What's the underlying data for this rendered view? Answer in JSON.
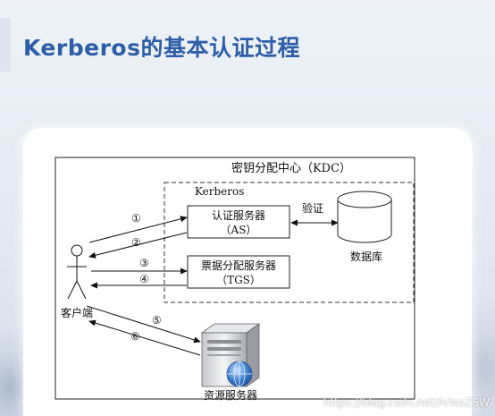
{
  "slide": {
    "title": "Kerberos的基本认证过程"
  },
  "diagram": {
    "kdc_label": "密钥分配中心（KDC）",
    "kerberos_label": "Kerberos",
    "as_box": {
      "line1": "认证服务器",
      "line2": "（AS）"
    },
    "tgs_box": {
      "line1": "票据分配服务器",
      "line2": "（TGS）"
    },
    "verify_label": "验证",
    "database_label": "数据库",
    "client_label": "客户端",
    "server_label": "资源服务器",
    "steps": [
      "①",
      "②",
      "③",
      "④",
      "⑤",
      "⑥"
    ]
  },
  "watermark": "https://blog.csdn.net/AriesZSW"
}
